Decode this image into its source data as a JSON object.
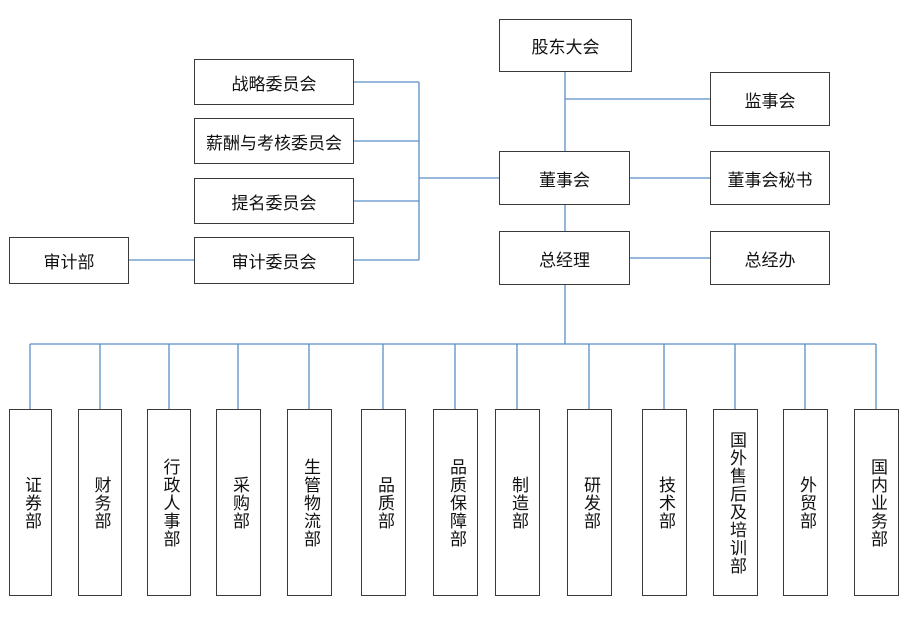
{
  "nodes": {
    "shareholders": "股东大会",
    "supervisory_board": "监事会",
    "strategy_committee": "战略委员会",
    "compensation_committee": "薪酬与考核委员会",
    "nomination_committee": "提名委员会",
    "audit_committee": "审计委员会",
    "audit_dept": "审计部",
    "board": "董事会",
    "board_secretary": "董事会秘书",
    "general_manager": "总经理",
    "gm_office": "总经办"
  },
  "departments": [
    "证券部",
    "财务部",
    "行政人事部",
    "采购部",
    "生管物流部",
    "品质部",
    "品质保障部",
    "制造部",
    "研发部",
    "技术部",
    "国外售后及培训部",
    "外贸部",
    "国内业务部"
  ],
  "colors": {
    "connector": "#5b8fc7",
    "border": "#3a3a3a"
  }
}
